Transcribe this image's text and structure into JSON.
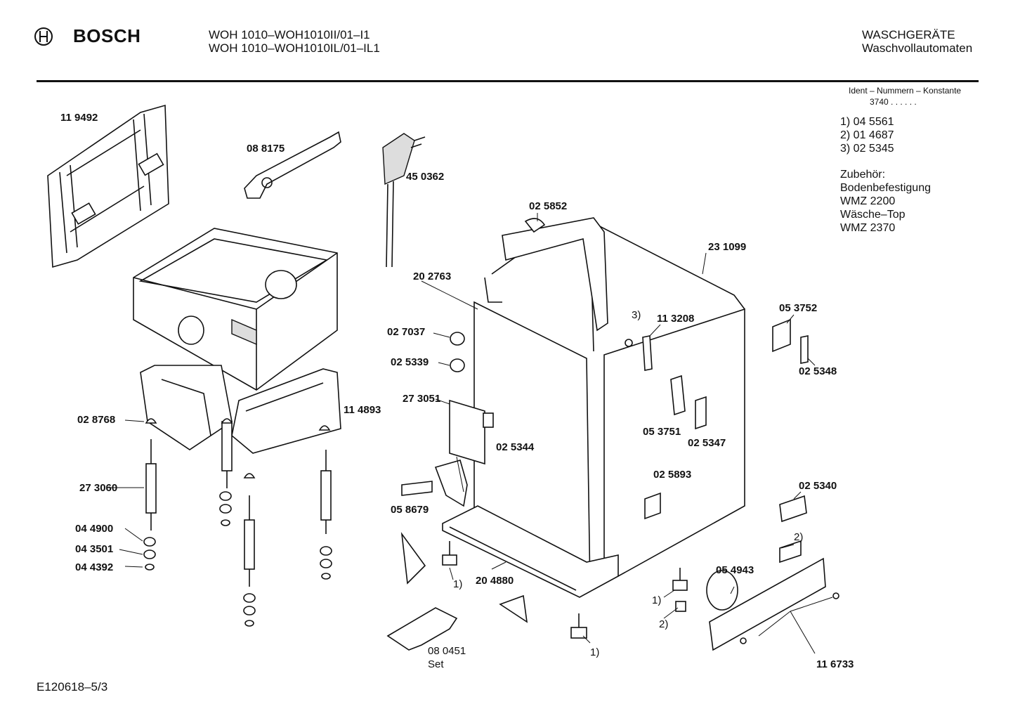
{
  "header": {
    "brand": "BOSCH",
    "model_line_1": "WOH 1010–WOH1010II/01–I1",
    "model_line_2": "WOH 1010–WOH1010IL/01–IL1",
    "category": "WASCHGERÄTE",
    "subcategory": "Waschvollautomaten"
  },
  "legend": {
    "ident_title": "Ident – Nummern – Konstante",
    "ident_value": "3740 . . . . . .",
    "refs": [
      "1)  04 5561",
      "2)  01 4687",
      "3)  02 5345"
    ],
    "accessories_title": "Zubehör:",
    "accessories": [
      "Bodenbefestigung",
      "WMZ 2200",
      "Wäsche–Top",
      "WMZ 2370"
    ]
  },
  "parts": {
    "p119492": "11 9492",
    "p088175": "08 8175",
    "p450362": "45 0362",
    "p025852": "02 5852",
    "p231099": "23 1099",
    "p202763": "20 2763",
    "p027037": "02 7037",
    "p025339": "02 5339",
    "p113208": "11 3208",
    "p053752": "05 3752",
    "p025348": "02 5348",
    "p273051": "27 3051",
    "p114893": "11 4893",
    "p028768": "02 8768",
    "p025344": "02 5344",
    "p053751": "05 3751",
    "p025347": "02 5347",
    "p273060": "27 3060",
    "p025893": "02 5893",
    "p025340": "02 5340",
    "p058679": "05 8679",
    "p044900": "04 4900",
    "p043501": "04 3501",
    "p044392": "04 4392",
    "p204880": "20 4880",
    "p054943": "05 4943",
    "p080451": "08 0451",
    "p080451_set": "Set",
    "p116733": "11 6733"
  },
  "callouts": {
    "c3": "3)",
    "c2a": "2)",
    "c1a": "1)",
    "c1b": "1)",
    "c2b": "2)",
    "c1c": "1)"
  },
  "footer": {
    "drawing_id": "E120618–5/3"
  }
}
